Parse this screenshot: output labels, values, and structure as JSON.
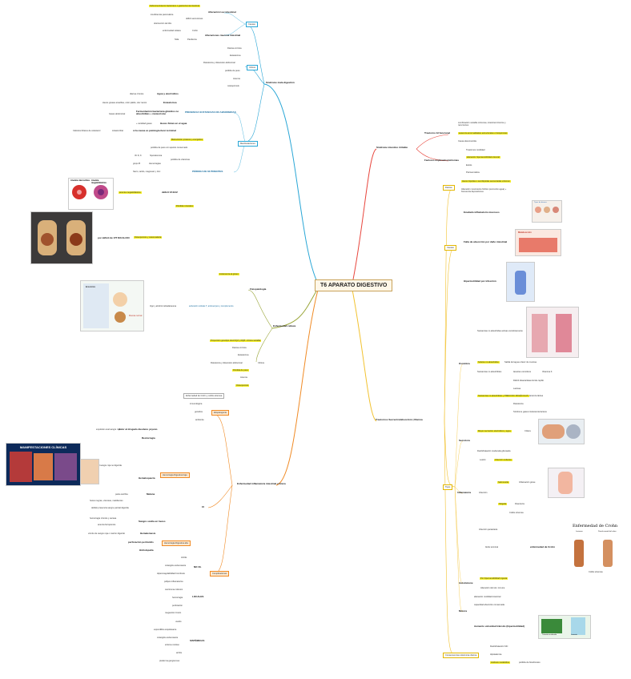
{
  "root": "T6 APARATO DIGESTIVO",
  "branches": {
    "malabsorcion": {
      "title": "Síndrome mala digestión",
      "causas": {
        "label": "Causas",
        "alteracion_luz": {
          "label": "Alteración Luz intestinal",
          "items": [
            "Sobrecrecimiento bacteriano o gastrectomía intestinal",
            "insuficiencia pancreática",
            "déficit secreciones",
            "obstrucción de bilis"
          ]
        },
        "alteraciones_mucosa": {
          "label": "Alteraciones mucosa intestinal",
          "items": [
            "enfermedad celiaca",
            "Crohn",
            "Sida",
            "Pandemia"
          ]
        }
      },
      "clinica": {
        "label": "Clínica",
        "items": [
          "Diarrea crónica",
          "Esteatorrea",
          "Flatulencia y distensión abdominal",
          "pérdida de peso",
          "Anemia",
          "osteoporosis"
        ]
      },
      "manifestaciones": {
        "label": "Manifestaciones",
        "presencia": {
          "label": "PRESENCIA SUSTANCIAS NO ABSORBIDAS",
          "items": [
            {
              "left": "diarrea crónica",
              "right": "Agua y electrolitos"
            },
            {
              "left": "Heces grasas amarillas, color pálido, olor rancio",
              "right": "Esteatorrea"
            },
            {
              "left": "Gases abdominal",
              "right": "Fermentación bacteriana glúcidos no absorbibles + meteorismo"
            },
            {
              "left": "+ cantidad gases",
              "right": "Heces flotan en el agua"
            },
            {
              "left": "Cálculos biliares de colesterol",
              "mid": "Litiasis biliar",
              "right": "si la causa es patología íleon terminal"
            }
          ]
        },
        "perdida": {
          "label": "PÉRDIDA DE NUTRIENTES",
          "items": [
            {
              "text": "Malnutrición proteica y energética",
              "hl": true
            },
            {
              "text": "pérdida de peso con apetito conservado"
            },
            {
              "text": "Vit D, K",
              "mid": "hipocalcemia",
              "right": "pérdida de vitaminas"
            },
            {
              "text": "grupo B",
              "mid": "Hemorragias"
            },
            {
              "text": "hierro, ácido, magnesio y zinc"
            },
            {
              "text": "Pérdida minerales",
              "hl": true
            },
            {
              "text": "anemia megaloblástica",
              "hl": true,
              "right": "déficit Vit B12"
            },
            {
              "text": "Osteoporosis y osteomalacia",
              "hl": true,
              "left": "por déficit de VIT D/CALCIO"
            }
          ],
          "image_labels": [
            "Anemia microcítica",
            "Anemia megaloblástica"
          ]
        }
      }
    },
    "intestino_irritable": {
      "title": "Síndrome intestino irritable",
      "trastorno": {
        "label": "Trastorno GI funcional",
        "items": [
          "combinación variable síntomas, intestinal crónicos y recurrentes",
          "ausencia anormalidades estructurales o bioquímicas",
          "Causa desconocida"
        ]
      },
      "factores": {
        "label": "Factores implicados/síntomas",
        "items": [
          "Trastornos motilidad",
          "alteración hipersensibilidad visceral",
          "Estrés",
          "Psicosomática"
        ]
      }
    },
    "celiaca": {
      "title": "Enfermedad celíaca",
      "fisiopatologia": {
        "label": "Fisiopatología",
        "items": [
          "intolerancia al gluten",
          "trigo y alcohol cebada/avena",
          "activación células T, anticuerpos y complemento"
        ]
      },
      "clinica": {
        "intro": "Proporción genotipo HLA DQ2 y DQ8 • clínica variable",
        "label": "Clínica",
        "items": [
          "Diarrea crónica",
          "Esteatorrea",
          "Flatulencia y distensión abdominal",
          "Pérdida de peso",
          "Anemia",
          "Osteoporosis"
        ]
      },
      "image_labels": [
        "Enterocitos",
        "Mucosa normal"
      ]
    },
    "eii": {
      "title": "Enfermedad inflamatoria intestinal crónica",
      "header_box": "Enfermedad de Crohn y colitis ulcerosa",
      "etiopatogenia": {
        "label": "Etiopatogenia",
        "items": [
          "inmunológica",
          "genética",
          "ambiente"
        ]
      },
      "manifestaciones_label": "MANIFESTACIONES CLÍNICAS",
      "clinica": {
        "label": "CI",
        "hemorragia_baja": {
          "label": "Hemorragia Digestiva baja",
          "items": [
            "Rectorragia",
            "Hematoquecia",
            "Melena",
            "dolor al drogado duodeno yeyuno",
            "expulsión anal sangre roja",
            "expulsión anal sangre roja no digerida",
            "parte escribía",
            "heces negras, viscosas, malolientes",
            "debido presencia sangre parcial digerida",
            "Sangre oculta en heces",
            "hemorragia crónica y escasa",
            "anemia ferropénica",
            "Hematemesis",
            "vómito de sangre roja o marrón digerido"
          ]
        },
        "hemorragia_alta": {
          "label": "Hemorragia Digestiva alta",
          "items": [
            "perforación peritonitis",
            "Hidrolopatía"
          ]
        }
      },
      "complicaciones": {
        "label": "Complicaciones",
        "nolocales": {
          "label": "NO OL",
          "items": [
            "Artritis",
            "colangitis esclerosante",
            "Hipercoagulabilidad trombosis",
            "pólipos inflamatorios"
          ]
        },
        "locales": {
          "label": "LOCALES",
          "items": [
            "carcinoma colónico",
            "hemorragia",
            "perforación",
            "megacolon tóxico"
          ]
        },
        "sistemicas": {
          "label": "SISTÉMICAS",
          "items": [
            "uveítis",
            "espondilitis anquilosante",
            "colangitis esclerosante",
            "eritema nodoso",
            "artritis",
            "pioderma gangrenoso"
          ]
        }
      }
    },
    "diarrea": {
      "title": "Trastornos Secreción/absorción | Diarrea",
      "diarrea": {
        "label": "Diarrea",
        "items": [
          "Heces líquidas o semilíquidas aumentadas volumen",
          "Alteración movimiento hídrico (excreción agua) + frecuencia deposiciones"
        ]
      },
      "causas": {
        "label": "Causas",
        "items": [
          "Exudado inflamatorio mucosos",
          "Falta de absorción por daño intestinal",
          "Hipermotilidad por infección"
        ],
        "image_labels": [
          "Tipos de diarrea",
          "Malabsorción"
        ]
      },
      "tipos": {
        "label": "Tipos",
        "osmotica": {
          "label": "Osmótica",
          "items": [
            "Sustancias no absorbidas activas osmóticamente",
            "Solutos no absorbidos",
            "Salida del agua a favor de mucosa",
            "Sustancias no absorbibles",
            "laxantes osmóticos",
            "Vitamina K",
            "Déficit disacaridasa borde cepillo",
            "Lactosa",
            "Diarrea ácida intolerancia láctea",
            "Sustancias no absorbibles y PREVI DIC MOLÉCULAS",
            "Flatulencia",
            "Síndrome gases intolerancia lácteos"
          ]
        },
        "secretora": {
          "label": "Secretora",
          "items": [
            "Mayor secreción electrolitos y agua",
            "Cólera",
            "Deshidratación moderada glicosada"
          ]
        },
        "inflamatoria": {
          "label": "Inflamatoria",
          "items": [
            "Lesión",
            "Infección",
            "Salmonella",
            "Infección celíacas",
            "Shigella",
            "Disentería",
            "Infección parasitaria",
            "Colitis ulcerosa",
            "Inflamación grave",
            "Ileítis terminal",
            "enfermedad de Crohn"
          ],
          "image_labels": [
            "Enfermedad de Crohn",
            "Lesiones",
            "Pared normal del colon",
            "Colitis ulcerosa"
          ]
        },
        "autoinmune": {
          "label": "Autoinmune",
          "items": [
            "Por hipersensibilidad ingesta",
            "Alteración del sist. inmune"
          ]
        },
        "motora": {
          "label": "Motora",
          "items": [
            "alteración motilidad intestinal",
            "capacidad absorción conservada",
            "Aumento velocidad tránsito (hipermotilidad)"
          ],
          "image_labels": [
            "Tránsito acelerado",
            "Laxante"
          ]
        }
      },
      "consecuencias": {
        "label": "Consecuencias sistémicas diarrea",
        "items": [
          "Deshidratación SIC",
          "Hipokalemia",
          "Acidosis metabólica",
          "pérdida de bicarbonato"
        ]
      }
    }
  },
  "colors": {
    "malabsorcion": "#29a6d6",
    "intestino_irritable": "#e8453c",
    "celiaca": "#9aa63a",
    "eii": "#f08a24",
    "diarrea": "#f2c230",
    "highlight": "#f5ef2a",
    "root_border": "#c8a25a"
  }
}
